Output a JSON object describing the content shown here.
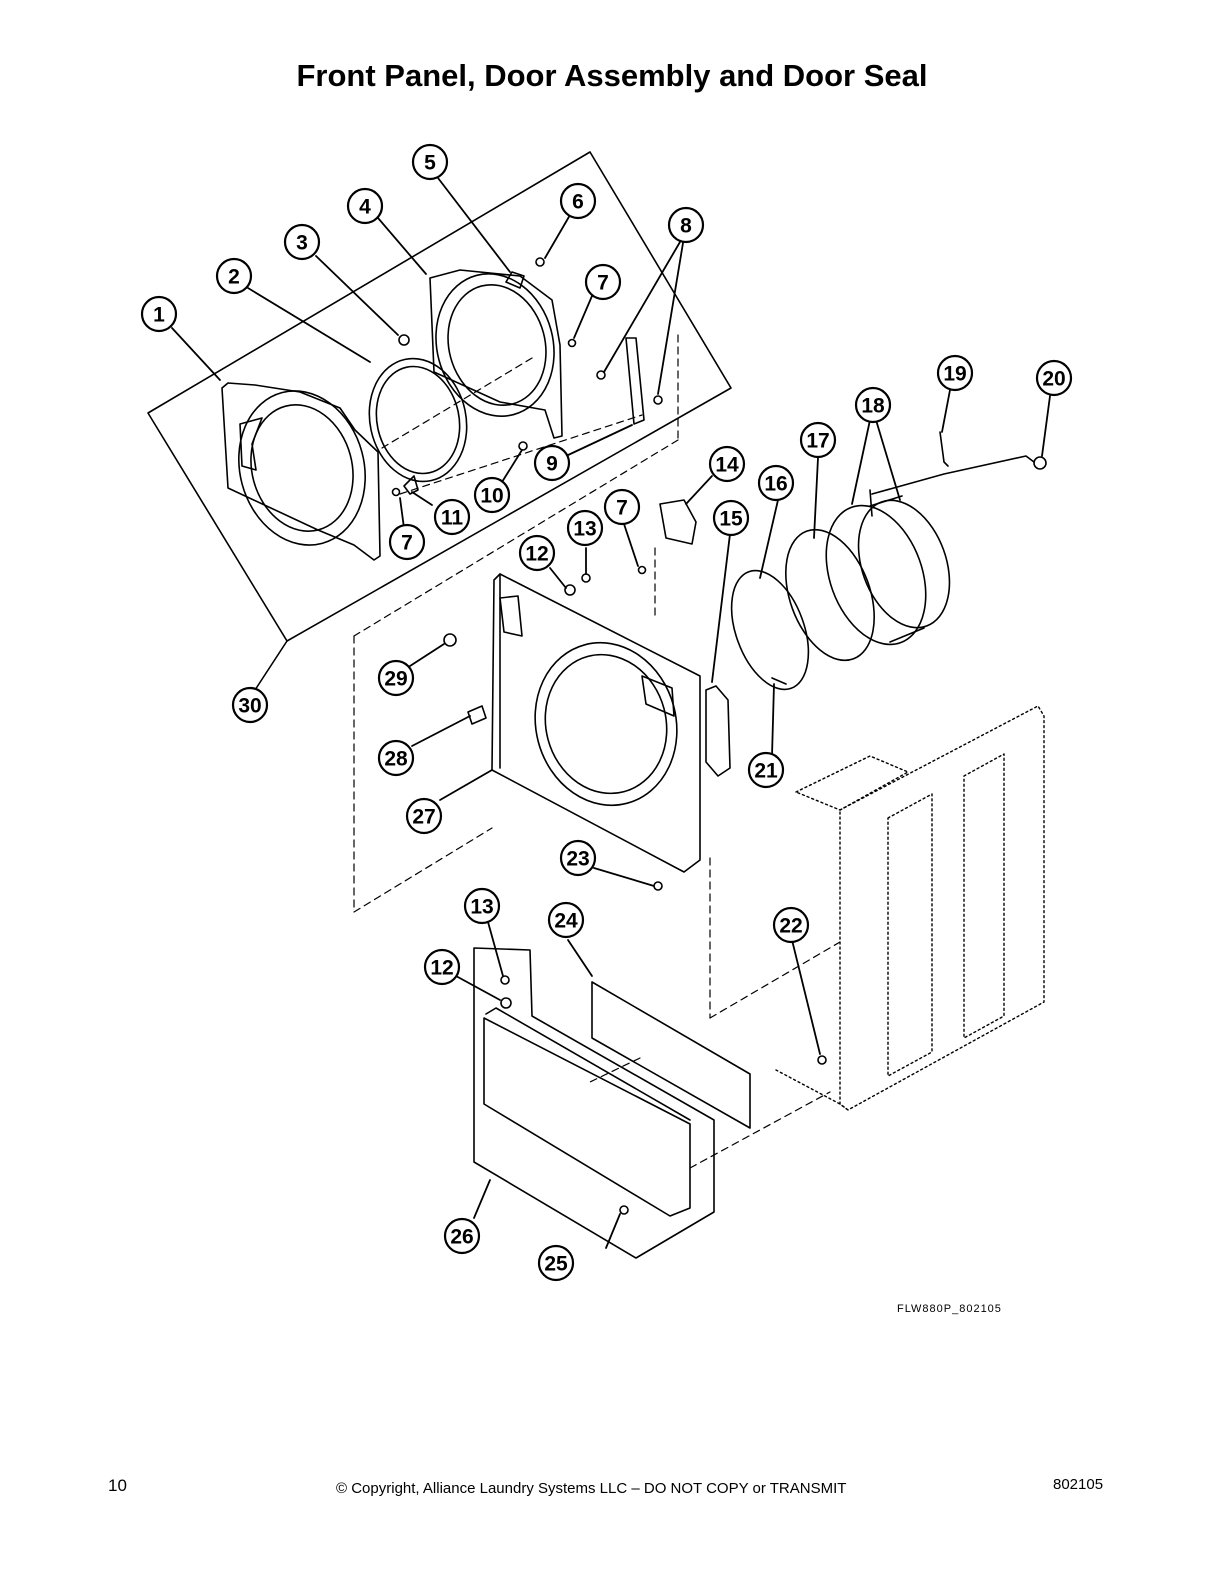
{
  "page": {
    "title": "Front Panel, Door Assembly and Door Seal",
    "figure_code": "FLW880P_802105",
    "footer": {
      "page_number": "10",
      "copyright": "© Copyright, Alliance Laundry Systems LLC – DO NOT COPY or TRANSMIT",
      "doc_number": "802105"
    }
  },
  "callouts": [
    {
      "id": "c1",
      "label": "1"
    },
    {
      "id": "c2",
      "label": "2"
    },
    {
      "id": "c3",
      "label": "3"
    },
    {
      "id": "c4",
      "label": "4"
    },
    {
      "id": "c5",
      "label": "5"
    },
    {
      "id": "c6",
      "label": "6"
    },
    {
      "id": "c7a",
      "label": "7"
    },
    {
      "id": "c7b",
      "label": "7"
    },
    {
      "id": "c7c",
      "label": "7"
    },
    {
      "id": "c8",
      "label": "8"
    },
    {
      "id": "c9",
      "label": "9"
    },
    {
      "id": "c10",
      "label": "10"
    },
    {
      "id": "c11",
      "label": "11"
    },
    {
      "id": "c12a",
      "label": "12"
    },
    {
      "id": "c12b",
      "label": "12"
    },
    {
      "id": "c13a",
      "label": "13"
    },
    {
      "id": "c13b",
      "label": "13"
    },
    {
      "id": "c14",
      "label": "14"
    },
    {
      "id": "c15",
      "label": "15"
    },
    {
      "id": "c16",
      "label": "16"
    },
    {
      "id": "c17",
      "label": "17"
    },
    {
      "id": "c18",
      "label": "18"
    },
    {
      "id": "c19",
      "label": "19"
    },
    {
      "id": "c20",
      "label": "20"
    },
    {
      "id": "c21",
      "label": "21"
    },
    {
      "id": "c22",
      "label": "22"
    },
    {
      "id": "c23",
      "label": "23"
    },
    {
      "id": "c24",
      "label": "24"
    },
    {
      "id": "c25",
      "label": "25"
    },
    {
      "id": "c26",
      "label": "26"
    },
    {
      "id": "c27",
      "label": "27"
    },
    {
      "id": "c28",
      "label": "28"
    },
    {
      "id": "c29",
      "label": "29"
    },
    {
      "id": "c30",
      "label": "30"
    }
  ]
}
